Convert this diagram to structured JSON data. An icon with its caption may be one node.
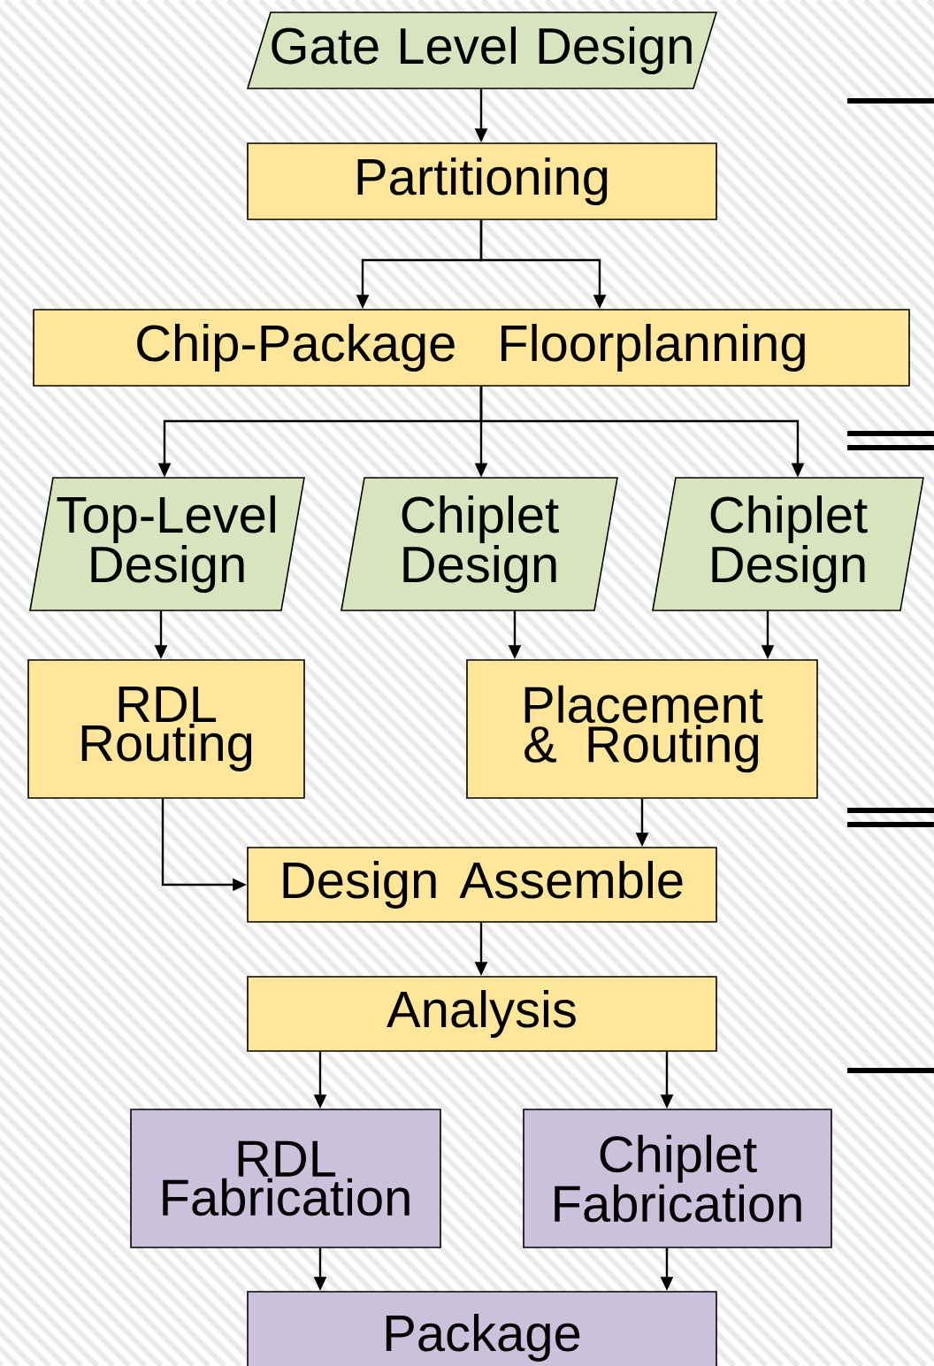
{
  "diagram": {
    "nodes": [
      {
        "text": [
          "Gate Level Design"
        ]
      },
      {
        "text": [
          "Partitioning"
        ]
      },
      {
        "text": [
          "Chip-Package Floorplanning"
        ]
      },
      {
        "text": [
          "Top-Level Design"
        ]
      },
      {
        "text": [
          "Chiplet Design"
        ]
      },
      {
        "text": [
          "Chiplet Design"
        ]
      },
      {
        "text": [
          "RDL Routing"
        ]
      },
      {
        "text": [
          "Placement & Routing"
        ]
      },
      {
        "text": [
          "Design Assemble"
        ]
      },
      {
        "text": [
          "Analysis"
        ]
      },
      {
        "text": [
          "RDL Fabrication"
        ]
      },
      {
        "text": [
          "Chiplet Fabrication"
        ]
      },
      {
        "text": [
          "Package"
        ]
      }
    ],
    "edges": [
      {
        "from": 0,
        "to": 1,
        "arrow": "to"
      },
      {
        "from": 1,
        "to": 2,
        "arrow": "to"
      },
      {
        "from": 1,
        "to": 2,
        "arrow": "to"
      },
      {
        "from": 2,
        "to": 3,
        "arrow": "to"
      },
      {
        "from": 2,
        "to": 4,
        "arrow": "to"
      },
      {
        "from": 2,
        "to": 5,
        "arrow": "to"
      },
      {
        "from": 3,
        "to": 6,
        "arrow": "to"
      },
      {
        "from": 4,
        "to": 7,
        "arrow": "to"
      },
      {
        "from": 5,
        "to": 7,
        "arrow": "to"
      },
      {
        "from": 6,
        "to": 8,
        "arrow": "to"
      },
      {
        "from": 7,
        "to": 8,
        "arrow": "to"
      },
      {
        "from": 8,
        "to": 9,
        "arrow": "to"
      },
      {
        "from": 9,
        "to": 10,
        "arrow": "to"
      },
      {
        "from": 9,
        "to": 11,
        "arrow": "to"
      },
      {
        "from": 10,
        "to": 12,
        "arrow": "to"
      },
      {
        "from": 11,
        "to": 12,
        "arrow": "to"
      }
    ]
  }
}
